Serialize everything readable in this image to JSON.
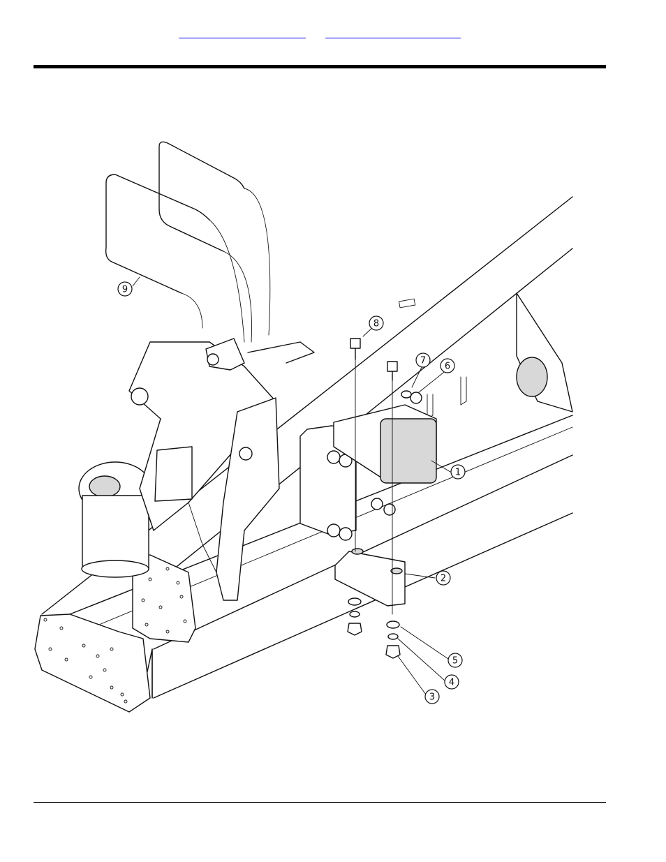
{
  "header": {
    "link_1": "",
    "link_2": ""
  },
  "callouts": [
    {
      "id": "1",
      "label": "1"
    },
    {
      "id": "2",
      "label": "2"
    },
    {
      "id": "3",
      "label": "3"
    },
    {
      "id": "4",
      "label": "4"
    },
    {
      "id": "5",
      "label": "5"
    },
    {
      "id": "6",
      "label": "6"
    },
    {
      "id": "7",
      "label": "7"
    },
    {
      "id": "8",
      "label": "8"
    },
    {
      "id": "9",
      "label": "9"
    }
  ],
  "colors": {
    "link": "#0000ee",
    "line": "#111111"
  }
}
